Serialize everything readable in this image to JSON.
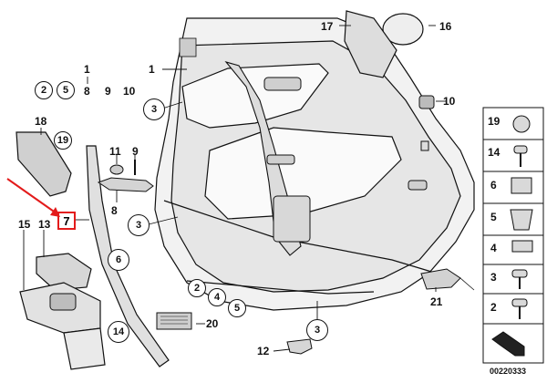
{
  "labels": {
    "p1_top": "1",
    "p1_left": "1",
    "p1_sub_2": "2",
    "p1_sub_5": "5",
    "p1_sub_8": "8",
    "p1_sub_9": "9",
    "p1_sub_10": "10",
    "p3_a": "3",
    "p3_b": "3",
    "p3_c": "3",
    "p6": "6",
    "p7": "7",
    "p8": "8",
    "p9": "9",
    "p10": "10",
    "p11": "11",
    "p12": "12",
    "p13": "13",
    "p14": "14",
    "p15": "15",
    "p16": "16",
    "p17": "17",
    "p18": "18",
    "p19": "19",
    "p20": "20",
    "p21": "21",
    "p2": "2",
    "p4": "4",
    "p5": "5"
  },
  "legend": [
    "19",
    "14",
    "6",
    "5",
    "4",
    "3",
    "2"
  ],
  "diagram_code": "00220333",
  "colors": {
    "highlight": "#e31b1b",
    "line": "#111111"
  }
}
